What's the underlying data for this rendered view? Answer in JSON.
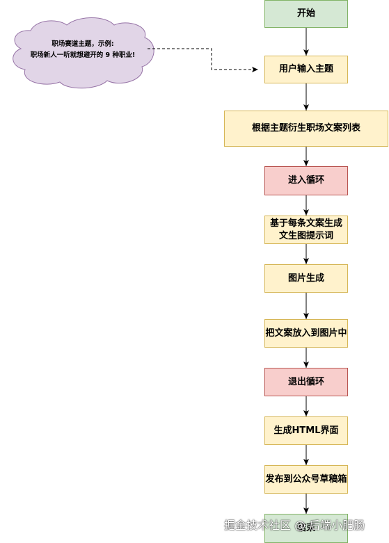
{
  "cloud": {
    "line1": "职场赛道主题，示例:",
    "line2": "职场新人一听就想避开的 9 种职业!"
  },
  "nodes": {
    "start": "开始",
    "input_topic": "用户输入主题",
    "derive_list": "根据主题衍生职场文案列表",
    "enter_loop": "进入循环",
    "gen_prompt_line1": "基于每条文案生成",
    "gen_prompt_line2": "文生图提示词",
    "gen_image": "图片生成",
    "put_text": "把文案放入到图片中",
    "exit_loop": "退出循环",
    "gen_html": "生成HTML界面",
    "publish": "发布到公众号草稿箱",
    "end": "结束"
  },
  "watermark": "掘金技术社区 @ 后端小肥肠",
  "colors": {
    "start_end_fill": "#d5e8d4",
    "process_fill": "#fff2cc",
    "loop_fill": "#f8cecc",
    "cloud_fill": "#e1d5e7"
  }
}
